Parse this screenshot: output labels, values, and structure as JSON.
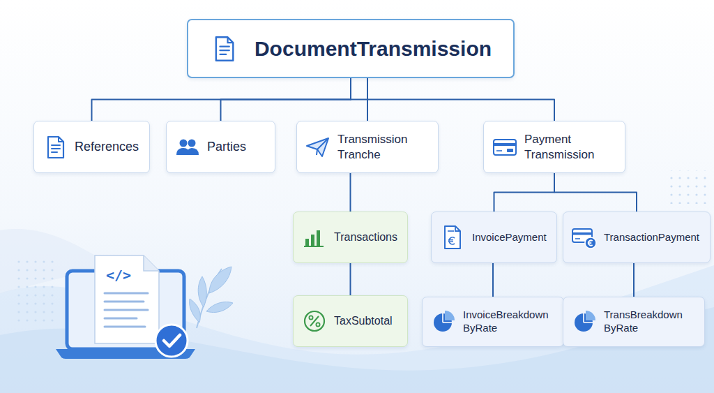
{
  "diagram": {
    "nodes": [
      {
        "text": [
          "DocumentTransmission"
        ]
      },
      {
        "text": [
          "References"
        ]
      },
      {
        "text": [
          "Parties"
        ]
      },
      {
        "text": [
          "Transmission Tranche"
        ]
      },
      {
        "text": [
          "Payment Transmission"
        ]
      },
      {
        "text": [
          "Transactions"
        ]
      },
      {
        "text": [
          "TaxSubtotal"
        ]
      },
      {
        "text": [
          "InvoicePayment"
        ]
      },
      {
        "text": [
          "TransactionPayment"
        ]
      },
      {
        "text": [
          "InvoiceBreakdown ByRate"
        ]
      },
      {
        "text": [
          "TransBreakdown ByRate"
        ]
      }
    ],
    "edges": [
      {
        "from": 0,
        "to": 1,
        "arrow": "none"
      },
      {
        "from": 0,
        "to": 2,
        "arrow": "none"
      },
      {
        "from": 0,
        "to": 3,
        "arrow": "none"
      },
      {
        "from": 0,
        "to": 4,
        "arrow": "none"
      },
      {
        "from": 3,
        "to": 5,
        "arrow": "none"
      },
      {
        "from": 5,
        "to": 6,
        "arrow": "none"
      },
      {
        "from": 4,
        "to": 7,
        "arrow": "none"
      },
      {
        "from": 4,
        "to": 8,
        "arrow": "none"
      },
      {
        "from": 7,
        "to": 9,
        "arrow": "none"
      },
      {
        "from": 8,
        "to": 10,
        "arrow": "none"
      }
    ],
    "labels": [
      "</>"
    ]
  }
}
